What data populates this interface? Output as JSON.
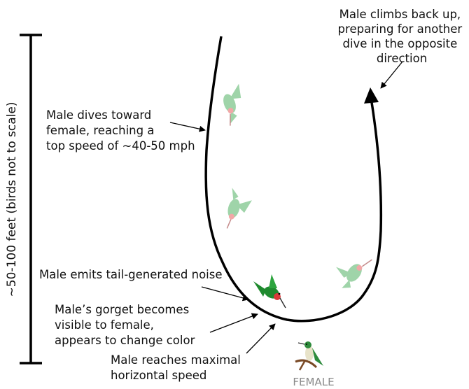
{
  "scale_label": "~50-100 feet (birds not to scale)",
  "annotations": {
    "climb": [
      "Male climbs back up,",
      "preparing for another",
      "dive in the opposite",
      "direction"
    ],
    "dive": [
      "Male dives toward",
      "female, reaching a",
      "top speed of ~40-50 mph"
    ],
    "noise": [
      "Male emits tail-generated noise"
    ],
    "gorget": [
      "Male’s gorget becomes",
      "visible to female,",
      "appears to change color"
    ],
    "speed": [
      "Male reaches maximal",
      "horizontal speed"
    ]
  },
  "female_label": "FEMALE",
  "colors": {
    "line": "#000000",
    "ghost_bird": "#9fd4a9",
    "male_body": "#1f8a2e",
    "male_throat": "#d93a3a",
    "female_body": "#2e8b3c",
    "female_label": "#8a8a8a"
  }
}
